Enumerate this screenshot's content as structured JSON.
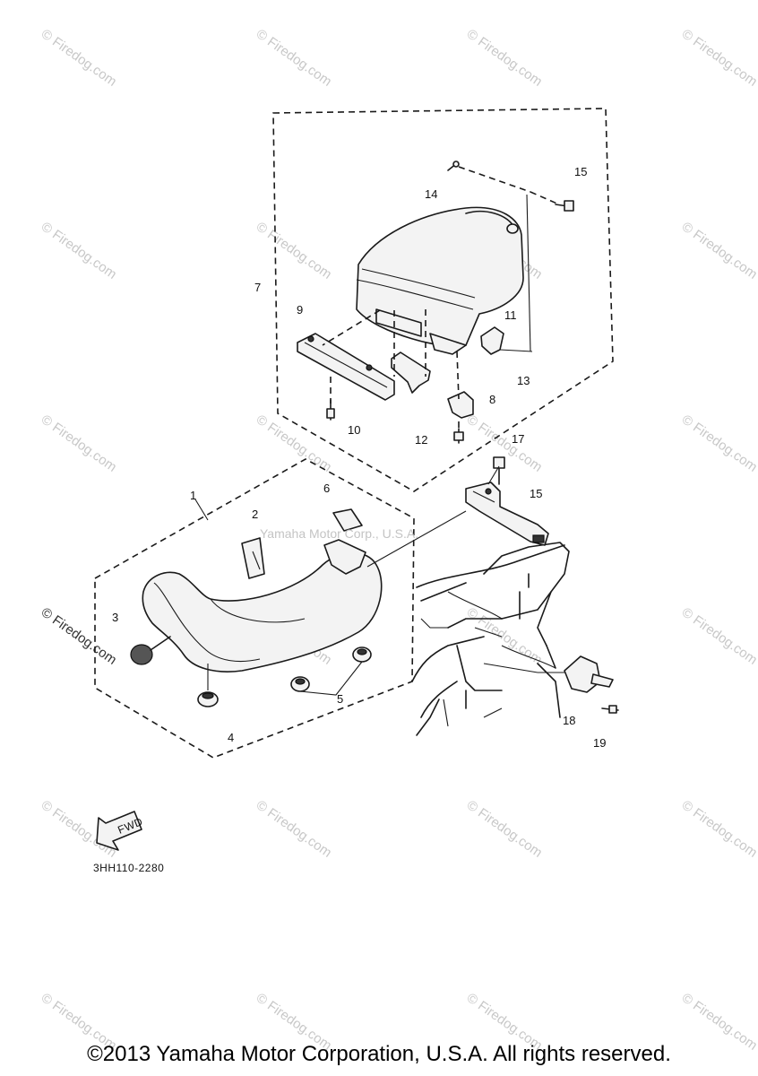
{
  "watermark": {
    "text": "Firedog.com",
    "symbol": "©"
  },
  "center_watermark": "Yamaha Motor Corp., U.S.A.",
  "diagram_code": "3HH110-2280",
  "fwd_label": "FWD",
  "callouts": [
    "1",
    "2",
    "3",
    "4",
    "5",
    "6",
    "7",
    "8",
    "9",
    "10",
    "11",
    "12",
    "13",
    "14",
    "15",
    "15",
    "17",
    "18",
    "19"
  ],
  "copyright": "©2013 Yamaha Motor Corporation, U.S.A. All rights reserved."
}
